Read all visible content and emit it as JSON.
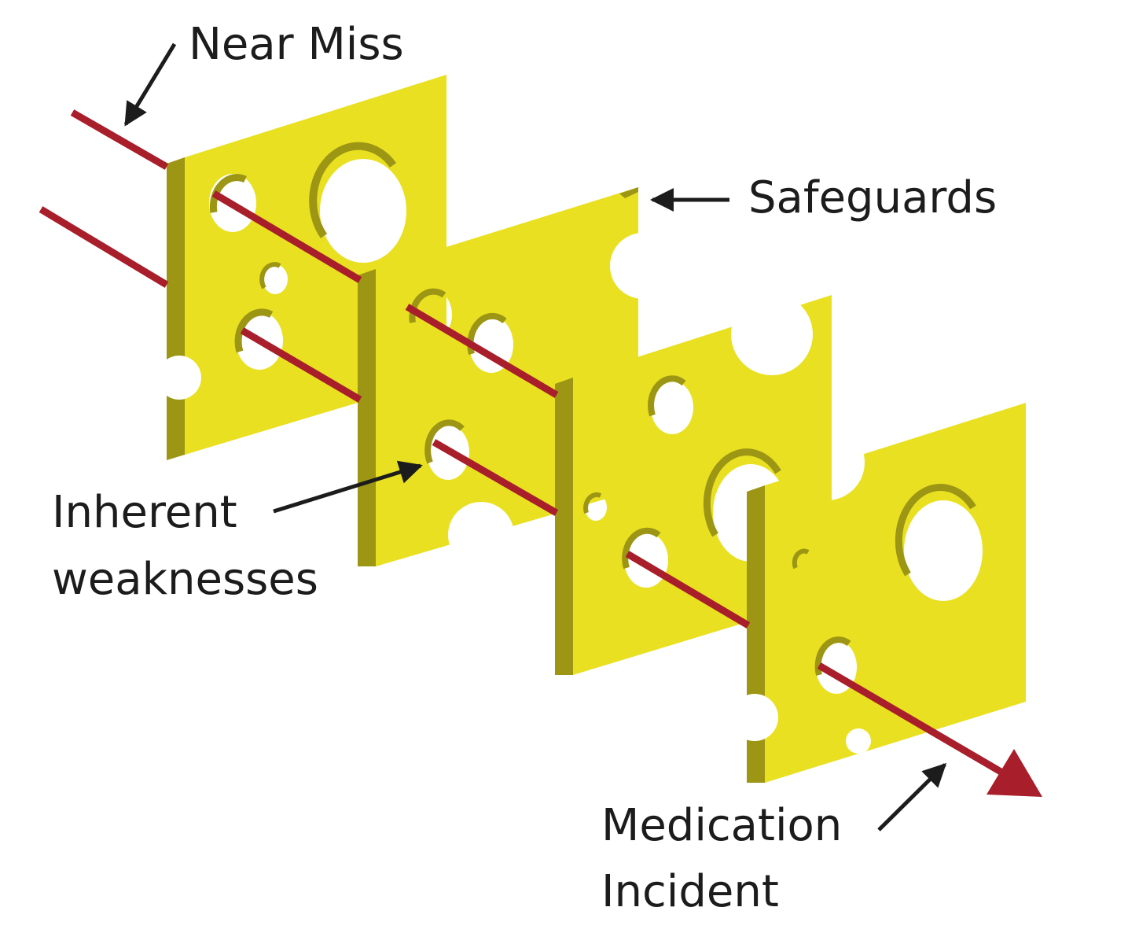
{
  "labels": {
    "near_miss": "Near Miss",
    "safeguards": "Safeguards",
    "inherent_line1": "Inherent",
    "inherent_line2": "weaknesses",
    "medication_line1": "Medication",
    "medication_line2": "Incident"
  },
  "colors": {
    "slice_face": "#E8E020",
    "slice_edge": "#9C9614",
    "trajectory": "#A81E2A",
    "annotation": "#1c1c1c",
    "background": "#ffffff"
  },
  "slices": [
    {
      "name": "safeguard-slice-1"
    },
    {
      "name": "safeguard-slice-2"
    },
    {
      "name": "safeguard-slice-3"
    },
    {
      "name": "safeguard-slice-4"
    }
  ],
  "trajectories": [
    {
      "name": "near-miss-trajectory",
      "outcome": "Near Miss"
    },
    {
      "name": "medication-incident-trajectory",
      "outcome": "Medication Incident"
    }
  ]
}
